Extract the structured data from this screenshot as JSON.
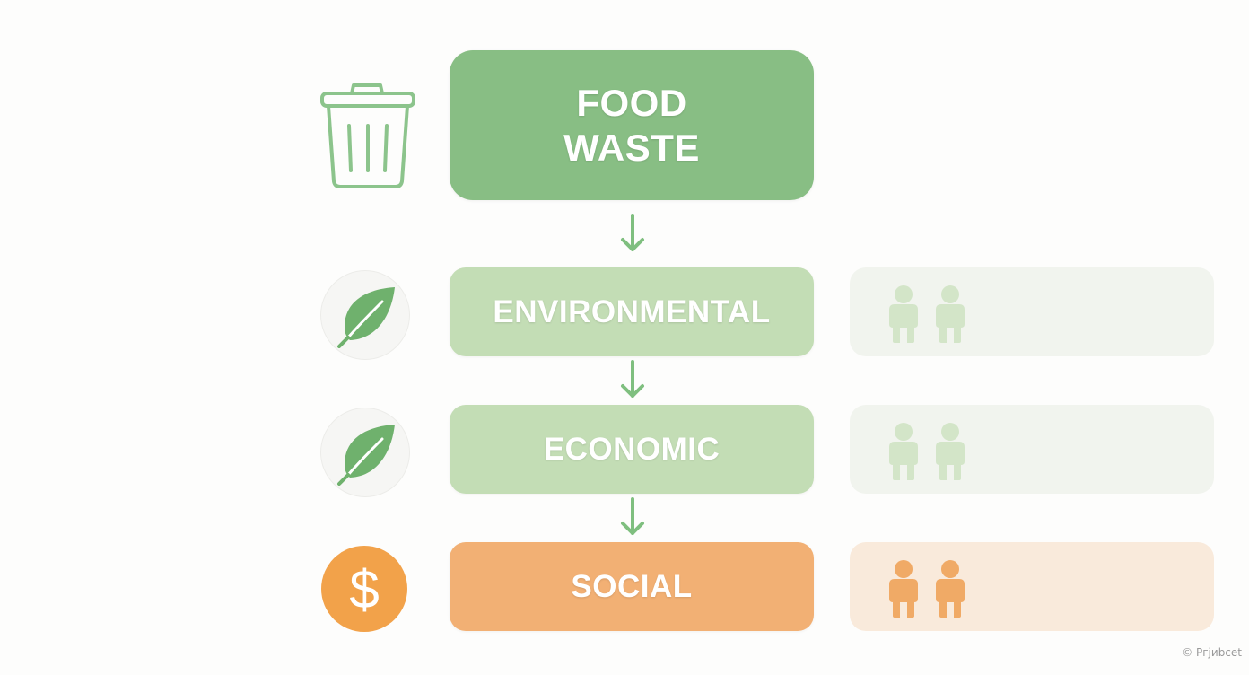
{
  "nodes": {
    "food_waste": "FOOD WASTE",
    "environmental": "ENVIRONMENTAL",
    "economic": "ECONOMIC",
    "social": "SOCIAL"
  },
  "icons": {
    "top": "trash-can-icon",
    "environmental": "leaf-icon",
    "economic": "leaf-icon",
    "social": "dollar-icon",
    "panels": "people-icon"
  },
  "dollar_symbol": "$",
  "watermark": "© Pгјиbсеt",
  "colors": {
    "primary_green": "#88be84",
    "light_green": "#c3ddb5",
    "orange": "#f2b074",
    "panel_green": "#f1f4ee",
    "panel_orange": "#f9eadb"
  }
}
